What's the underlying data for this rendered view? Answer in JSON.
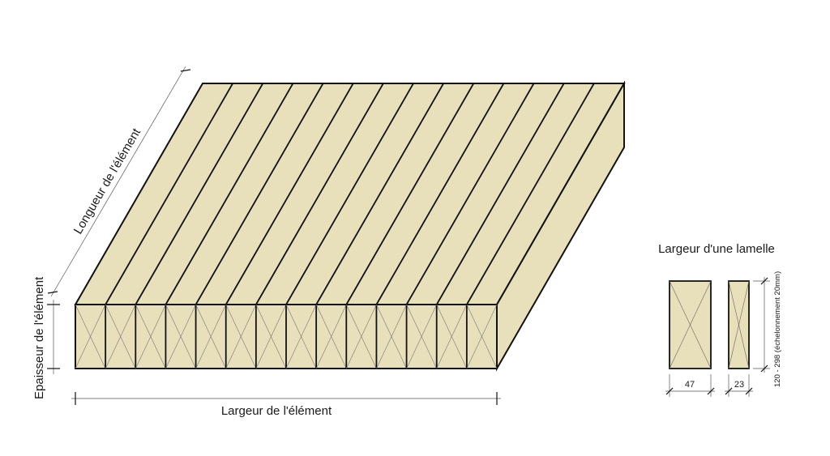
{
  "labels": {
    "length": "Longueur de l'élément",
    "thickness": "Epaisseur de l'élément",
    "width": "Largeur de l'élément",
    "lamella_width": "Largeur d'une lamelle",
    "dim_47": "47",
    "dim_23": "23",
    "height_range": "120 - 298 (échelonnement 20mm)"
  },
  "panel": {
    "lamella_count": 14
  },
  "colors": {
    "wood_fill": "#e8dfbb",
    "stroke": "#111111",
    "dim_line": "#555555"
  }
}
